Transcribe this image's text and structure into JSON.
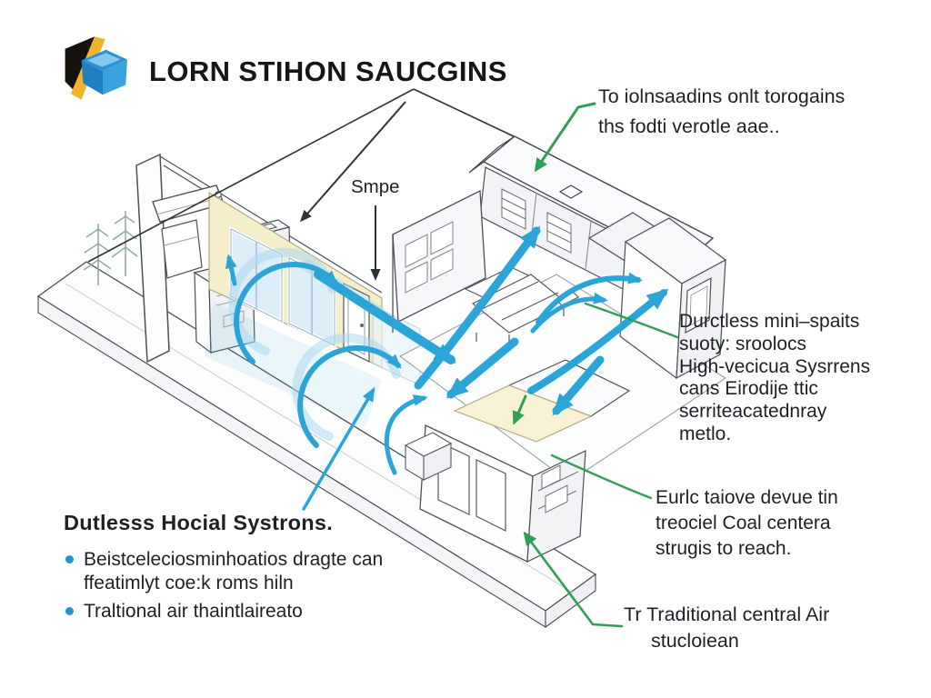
{
  "header": {
    "title": "LORN STIHON SAUCGINS"
  },
  "annotations": {
    "top_right": {
      "lines": [
        "To iolnsaadins onlt torogains",
        "ths fodti verotle aae.."
      ]
    },
    "roof_label": {
      "text": "Smpe"
    },
    "mid_right": {
      "lines": [
        "Durctless mini–spaits",
        "suoty: sroolocs",
        "High-vecicua Sysrrens",
        "cans Eirodije ttic",
        "serriteacatednray",
        "metlo."
      ]
    },
    "lower_right": {
      "lines": [
        "Eurlc taiove devue tin",
        "treociel Coal centera",
        "strugis to reach."
      ]
    },
    "bottom_right": {
      "lines": [
        "Tr Traditional central Air",
        "stucloiean"
      ]
    },
    "bottom_left": {
      "heading": "Dutlesss Hocial Systrons.",
      "bullets": [
        {
          "lines": [
            "Beistceleciosminhoatios dragte can",
            "ffeatimlyt coe:k roms hiln"
          ]
        },
        {
          "lines": [
            "Traltional air thaintlaireato"
          ]
        }
      ]
    }
  },
  "colors": {
    "title_text": "#141619",
    "body_text": "#1d2126",
    "arrow_blue": "#2ba4d8",
    "arrow_blue_light": "#a9d9ef",
    "arrow_green": "#2f9e57",
    "arrow_black": "#2c3238",
    "wall_cream": "#f5eecb",
    "glass_blue": "#ddeef8",
    "line_gray": "#4a5056",
    "bullet_blue": "#2196cf",
    "logo_black": "#16130e",
    "logo_yellow": "#f0b42a",
    "logo_blue": "#2a93d5"
  }
}
